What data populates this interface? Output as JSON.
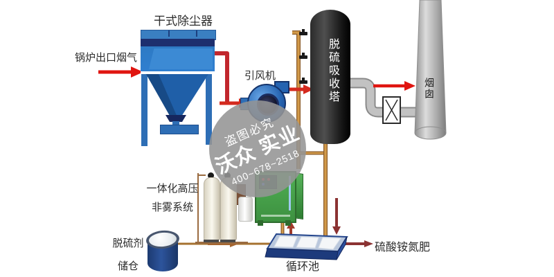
{
  "labels": {
    "dust_collector": "干式除尘器",
    "boiler_flue_gas": "锅炉出口烟气",
    "fan": "引风机",
    "absorption_tower": "脱硫吸收塔",
    "chimney": "烟囱",
    "fog_system_line1": "一体化高压",
    "fog_system_line2": "非雾系统",
    "desulfurizer_line1": "脱硫剂",
    "desulfurizer_line2": "储仓",
    "circulation_pool": "循环池",
    "fertilizer": "硫酸铵氮肥"
  },
  "watermark": {
    "line1": "盗图必究",
    "line2": "沃众 实业",
    "line3": "400~678~2518"
  },
  "icons": {
    "spray_valve": "valve-icon",
    "damper": "damper-icon",
    "flow_arrow": "arrow-right-icon"
  },
  "colors": {
    "flow_red": "#d42a1e",
    "pipe_red": "#c1272d",
    "pipe_brown": "#b5824a",
    "arrow_maroon": "#8b3232",
    "equipment_blue": "#2e76c0",
    "tower_black": "#1a1a1a",
    "cabinet_green": "#46a24a",
    "chimney_gray": "#b8b8b8",
    "pool_navy": "#1d3a7c",
    "watermark_gray": "#949494"
  }
}
